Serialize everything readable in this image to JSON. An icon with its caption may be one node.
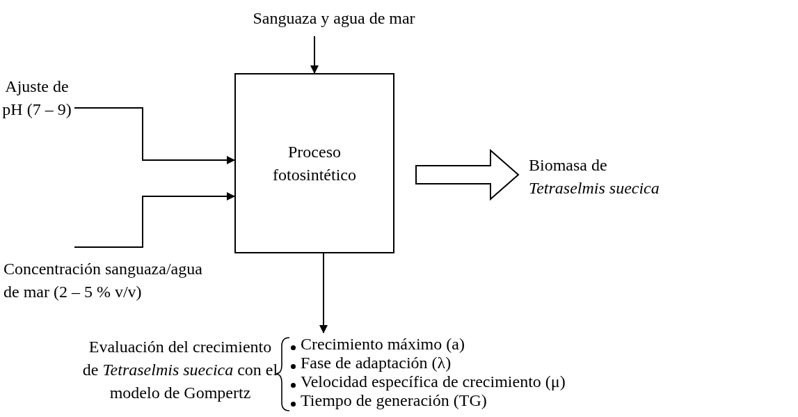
{
  "diagram": {
    "nodes": [
      {
        "text": [
          "Sanguaza y agua de mar"
        ]
      },
      {
        "text": [
          "Proceso fotosintético"
        ]
      },
      {
        "text": [
          "Ajuste de pH (7 – 9)"
        ]
      },
      {
        "text": [
          "Concentración sanguaza/agua de mar (2 – 5 % v/v)"
        ]
      },
      {
        "text": [
          "Biomasa de *Tetraselmis suecica*"
        ]
      },
      {
        "text": [
          "Evaluación del crecimiento de *Tetraselmis suecica* con el modelo de Gompertz"
        ]
      }
    ],
    "edges": [
      {
        "from": 0,
        "to": 1,
        "arrow": "to"
      },
      {
        "from": 2,
        "to": 1,
        "arrow": "to"
      },
      {
        "from": 3,
        "to": 1,
        "arrow": "to"
      },
      {
        "from": 1,
        "to": 4,
        "arrow": "to",
        "style": "thick"
      },
      {
        "from": 1,
        "to": 5,
        "arrow": "to"
      }
    ],
    "labels": [
      "Crecimiento máximo (a)",
      "Fase de adaptación (λ)",
      "Velocidad específica de crecimiento (μ)",
      "Tiempo de generación (TG)"
    ]
  }
}
